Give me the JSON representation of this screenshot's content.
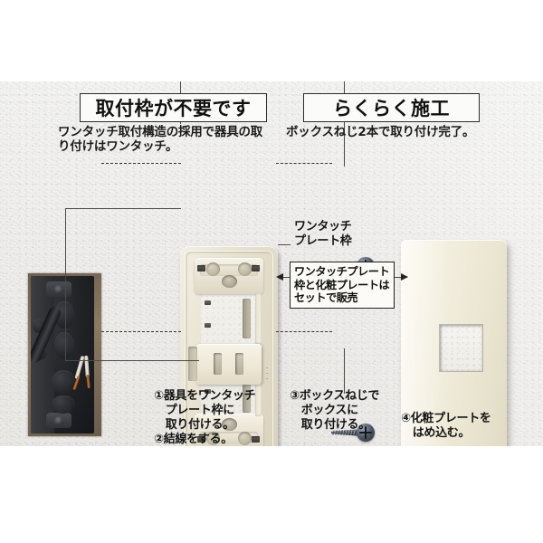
{
  "headers": [
    {
      "id": "no-mounting-frame",
      "title": "取付枠が不要です",
      "subtitle": "ワンタッチ取付構造の採用で器具の取\nり付けはワンタッチ。"
    },
    {
      "id": "easy-installation",
      "title": "らくらく施工",
      "subtitle": "ボックスねじ2本で取り付け完了。"
    }
  ],
  "labels": {
    "plate_frame": "ワンタッチ\nプレート枠",
    "set_sale": "ワンタッチプレート\n枠と化粧プレートは\nセットで販売"
  },
  "captions": [
    {
      "id": "step-1-2",
      "text": "①器具をワンタッチ\n　プレート枠に\n　取り付ける。\n②結線をする。"
    },
    {
      "id": "step-3",
      "text": "③ボックスねじで\n　ボックスに\n　取り付ける。"
    },
    {
      "id": "step-4",
      "text": "④化粧プレートを\n　はめ込む。"
    }
  ],
  "parts": {
    "wall_box": "wall-outlet-box-photo",
    "plate_frame": "one-touch-plate-frame-photo",
    "cover_plate": "decorative-cover-plate-photo",
    "screw_top": "mounting-screw-top",
    "screw_bottom": "mounting-screw-bottom"
  },
  "colors": {
    "ivory": "#ece7d4",
    "wall": "#f1efec",
    "line": "#333333",
    "text": "#141414"
  }
}
